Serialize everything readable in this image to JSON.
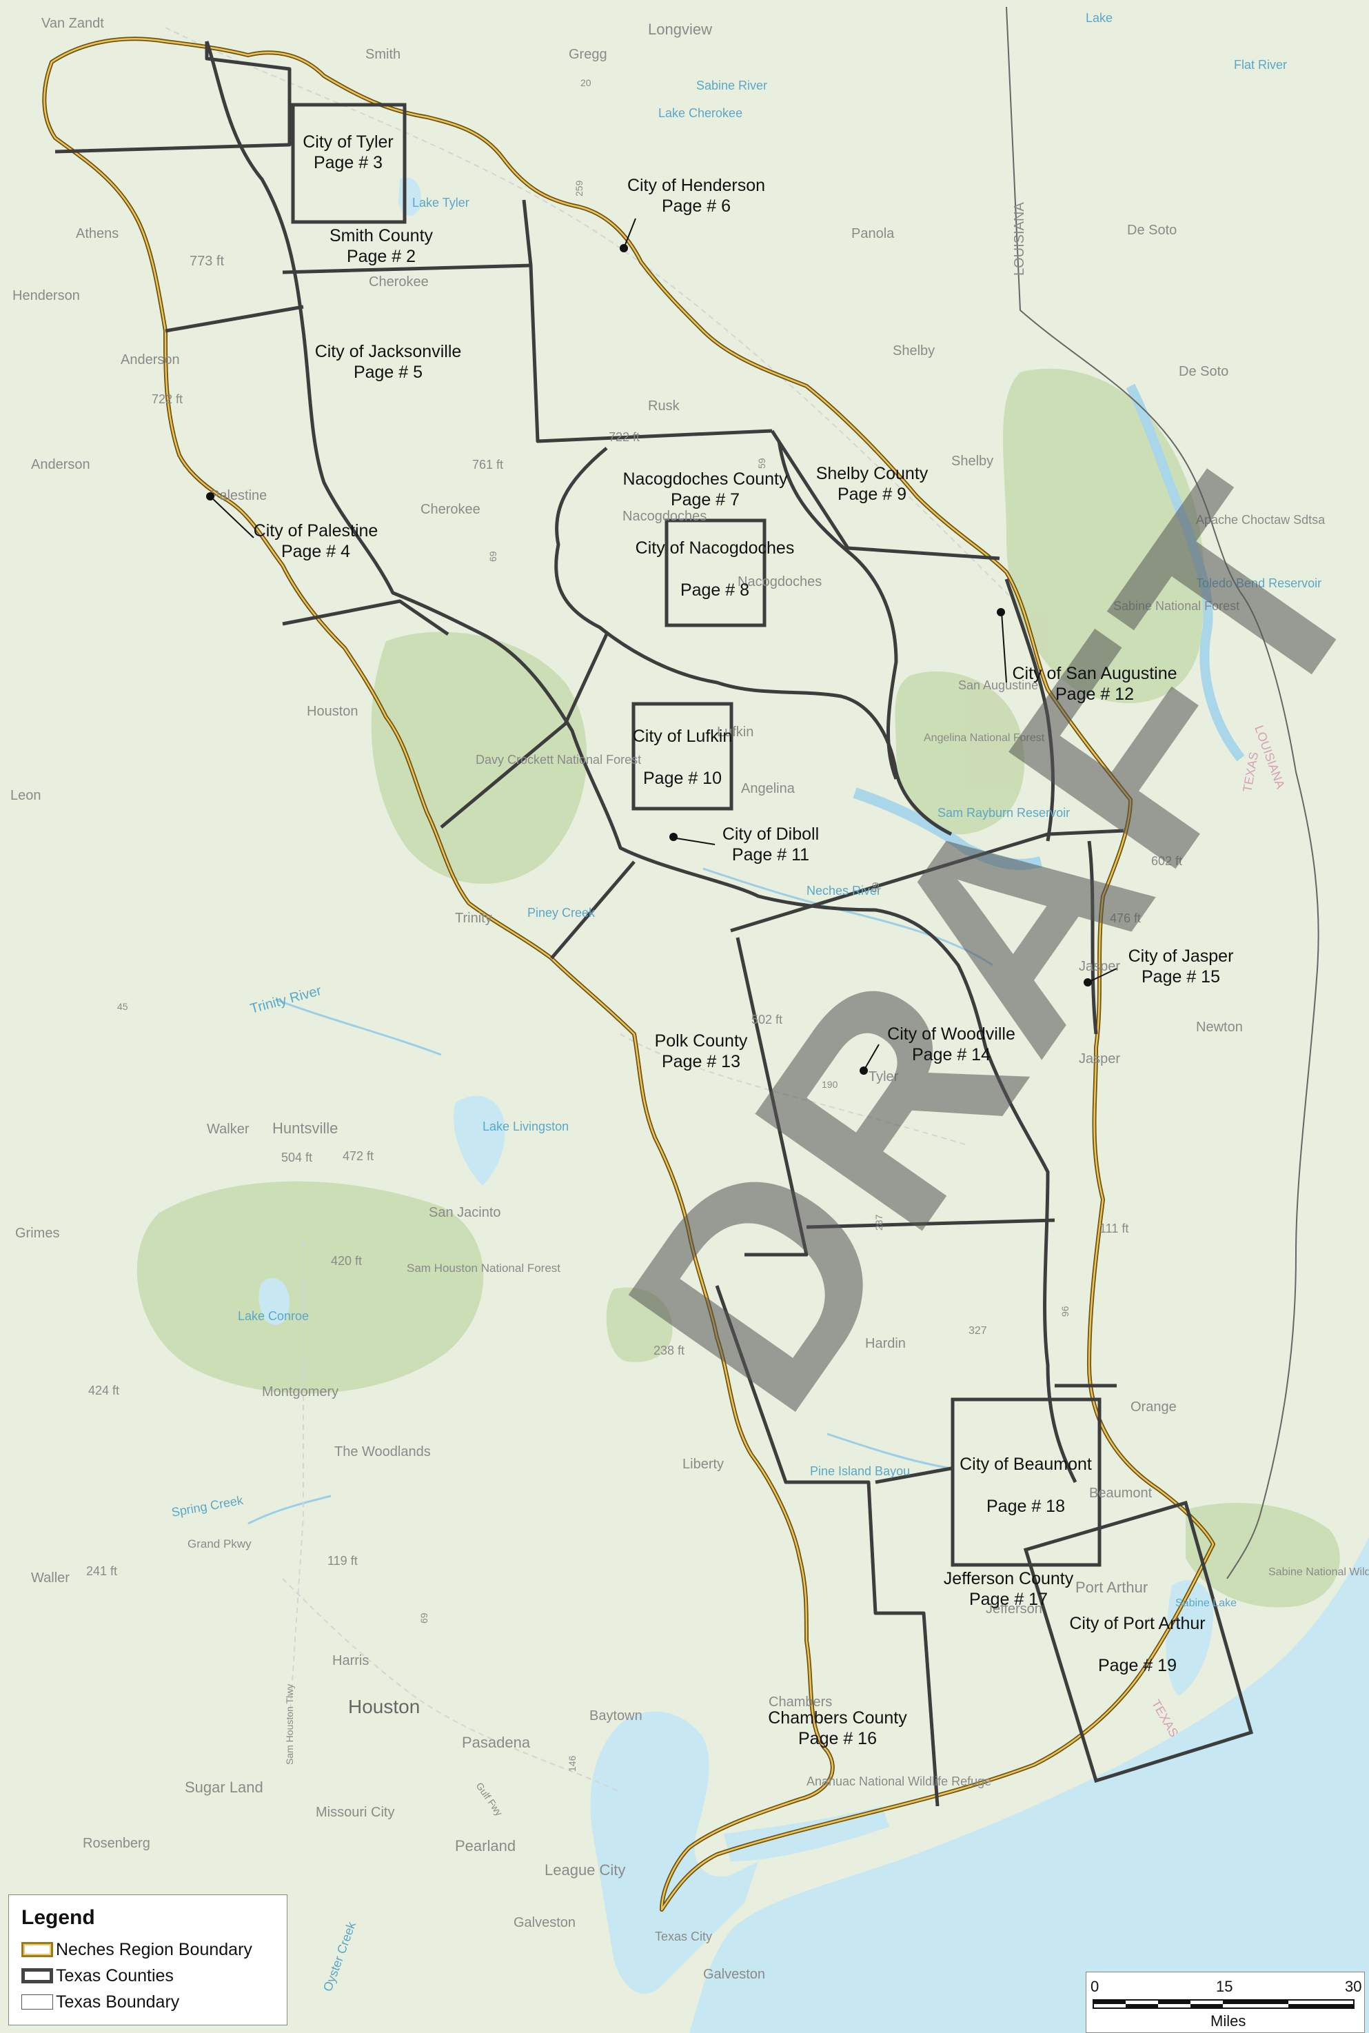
{
  "map": {
    "base_labels": [
      "Van Zandt",
      "Longview",
      "Smith",
      "Gregg",
      "Sabine River",
      "Lake Cherokee",
      "Lake",
      "Flat River",
      "Lake Tyler",
      "Athens",
      "Henderson",
      "773 ft",
      "Cherokee",
      "Anderson",
      "722 ft",
      "761 ft",
      "Panola",
      "De Soto",
      "Rusk",
      "722 ft",
      "Shelby",
      "LOUISIANA",
      "De Soto",
      "Shelby",
      "Anderson",
      "Palestine",
      "Cherokee",
      "Nacogdoches",
      "Apache Choctaw Sdtsa",
      "Toledo Bend Reservoir",
      "Nacogdoches",
      "Sabine National Forest",
      "San Augustine",
      "LOUISIANA",
      "TEXAS",
      "Houston",
      "Davy Crockett National Forest",
      "Lufkin",
      "Angelina",
      "Angelina National Forest",
      "Sam Rayburn Reservoir",
      "Leon",
      "602 ft",
      "Neches River",
      "476 ft",
      "Piney Creek",
      "Trinity",
      "Jasper",
      "Trinity River",
      "502 ft",
      "Newton",
      "Jasper",
      "Tyler",
      "Walker",
      "Huntsville",
      "Lake Livingston",
      "504 ft",
      "472 ft",
      "Grimes",
      "San Jacinto",
      "111 ft",
      "420 ft",
      "Sam Houston National Forest",
      "Lake Conroe",
      "238 ft",
      "327",
      "Hardin",
      "424 ft",
      "Montgomery",
      "Orange",
      "The Woodlands",
      "Liberty",
      "Pine Island Bayou",
      "Beaumont",
      "Spring Creek",
      "Grand Pkwy",
      "119 ft",
      "Waller",
      "241 ft",
      "Port Arthur",
      "Sabine National Wildlife Refuge",
      "Jefferson",
      "Sabine Lake",
      "Harris",
      "Chambers",
      "Houston",
      "Baytown",
      "Pasadena",
      "TEXAS",
      "Anahuac National Wildlife Refuge",
      "Sugar Land",
      "Missouri City",
      "Rosenberg",
      "Pearland",
      "League City",
      "Galveston",
      "Texas City",
      "Galveston",
      "Oyster Creek",
      "Sam Houston Tlwy",
      "Gulf Fwy",
      "146",
      "20",
      "259",
      "59",
      "69",
      "190",
      "287",
      "96",
      "69",
      "45",
      "99"
    ],
    "watermark": "DRAFT",
    "page_labels": [
      {
        "name": "City of Tyler",
        "page": "Page # 3"
      },
      {
        "name": "City of Henderson",
        "page": "Page # 6"
      },
      {
        "name": "Smith County",
        "page": "Page # 2"
      },
      {
        "name": "City of Jacksonville",
        "page": "Page # 5"
      },
      {
        "name": "Nacogdoches County",
        "page": "Page # 7"
      },
      {
        "name": "Shelby County",
        "page": "Page # 9"
      },
      {
        "name": "City of Palestine",
        "page": "Page # 4"
      },
      {
        "name": "City of Nacogdoches",
        "page": "Page # 8"
      },
      {
        "name": "City of San Augustine",
        "page": "Page # 12"
      },
      {
        "name": "City of Lufkin",
        "page": "Page # 10"
      },
      {
        "name": "City of Diboll",
        "page": "Page # 11"
      },
      {
        "name": "City of Jasper",
        "page": "Page # 15"
      },
      {
        "name": "City of Woodville",
        "page": "Page # 14"
      },
      {
        "name": "Polk County",
        "page": "Page # 13"
      },
      {
        "name": "City of Beaumont",
        "page": "Page # 18"
      },
      {
        "name": "Jefferson County",
        "page": "Page # 17"
      },
      {
        "name": "City of Port Arthur",
        "page": "Page # 19"
      },
      {
        "name": "Chambers County",
        "page": "Page # 16"
      }
    ],
    "colors": {
      "land": "#e9efde",
      "forest": "#c9dbb0",
      "water": "#c7e8f2",
      "neches_boundary": "#d4a437",
      "county_line": "#3d3d3d"
    }
  },
  "legend": {
    "title": "Legend",
    "items": [
      {
        "label": "Neches Region Boundary",
        "symbol": "neches-boundary"
      },
      {
        "label": "Texas Counties",
        "symbol": "county-line"
      },
      {
        "label": "Texas Boundary",
        "symbol": "texas-boundary"
      }
    ]
  },
  "scalebar": {
    "ticks": [
      "0",
      "15",
      "30"
    ],
    "unit": "Miles"
  }
}
